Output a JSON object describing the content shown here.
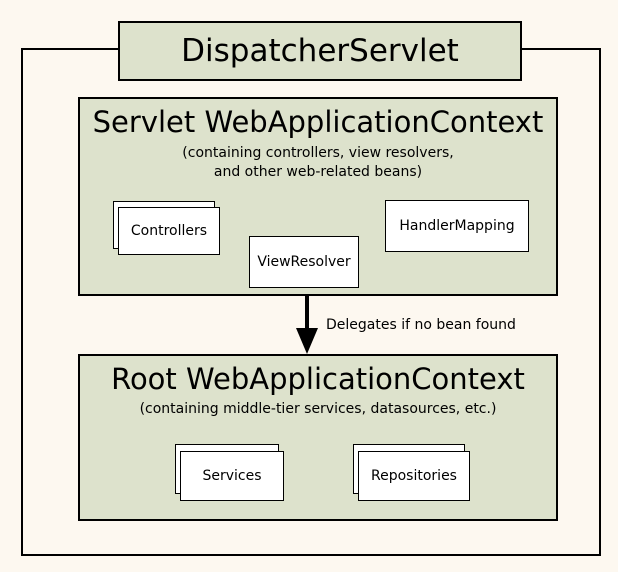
{
  "diagram": {
    "title": "DispatcherServlet",
    "servlet_context": {
      "title": "Servlet WebApplicationContext",
      "subtitle_line1": "(containing controllers, view resolvers,",
      "subtitle_line2": "and other web-related beans)",
      "beans": {
        "controllers": "Controllers",
        "view_resolver": "ViewResolver",
        "handler_mapping": "HandlerMapping"
      }
    },
    "arrow_label": "Delegates if no bean found",
    "root_context": {
      "title": "Root WebApplicationContext",
      "subtitle": "(containing middle-tier services, datasources, etc.)",
      "beans": {
        "services": "Services",
        "repositories": "Repositories"
      }
    },
    "colors": {
      "context_fill": "#dde2cc",
      "bean_fill": "#ffffff",
      "background": "#fdf8f0",
      "stroke": "#000000"
    }
  }
}
